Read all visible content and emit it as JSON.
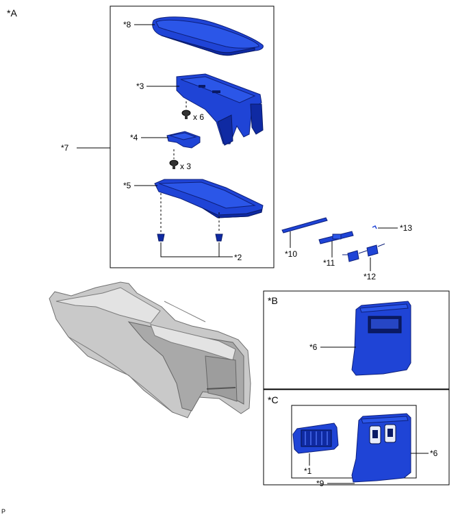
{
  "groups": {
    "A": "*A",
    "B": "*B",
    "C": "*C"
  },
  "callouts": {
    "c1": "*1",
    "c2": "*2",
    "c3": "*3",
    "c4": "*4",
    "c5": "*5",
    "c6b": "*6",
    "c6c": "*6",
    "c7": "*7",
    "c8": "*8",
    "c9": "*9",
    "c10": "*10",
    "c11": "*11",
    "c12": "*12",
    "c13": "*13"
  },
  "quantities": {
    "screws_3": "x 6",
    "screws_4": "x 3"
  },
  "footer": {
    "code": "P"
  },
  "colors": {
    "part_blue": "#1f44d6",
    "console_grey": "#c9c9c9"
  }
}
